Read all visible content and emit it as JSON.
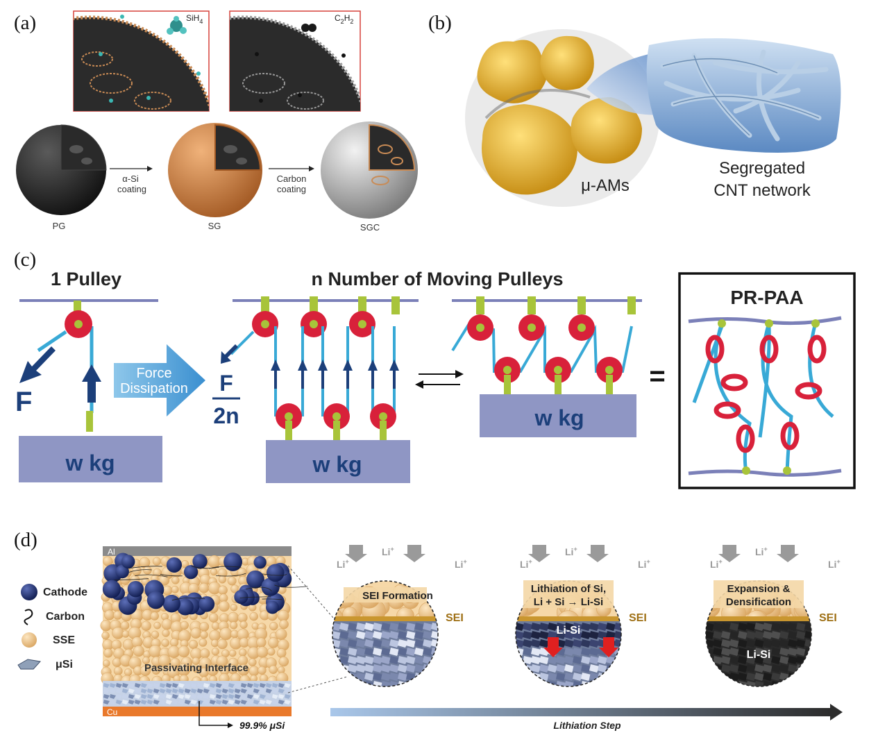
{
  "panel_a": {
    "letter": "(a)",
    "inset_left_gas": "SiH",
    "inset_left_gas_sub": "4",
    "inset_right_gas_c": "C",
    "inset_right_gas_sub1": "2",
    "inset_right_gas_h": "H",
    "inset_right_gas_sub2": "2",
    "step1_line1": "α-Si",
    "step1_line2": "coating",
    "step2_line1": "Carbon",
    "step2_line2": "coating",
    "label_pg": "PG",
    "label_sg": "SG",
    "label_sgc": "SGC"
  },
  "panel_b": {
    "letter": "(b)",
    "label_am": "μ-AMs",
    "label_cnt_line1": "Segregated",
    "label_cnt_line2": "CNT network"
  },
  "panel_c": {
    "letter": "(c)",
    "title_one": "1 Pulley",
    "title_n": "n Number of Moving Pulleys",
    "title_pr": "PR-PAA",
    "force_line1": "Force",
    "force_line2": "Dissipation",
    "force_f": "F",
    "fraction_num": "F",
    "fraction_den": "2n",
    "weight": "w kg",
    "equals": "="
  },
  "panel_d": {
    "letter": "(d)",
    "legend": [
      "Cathode",
      "Carbon",
      "SSE",
      "μSi"
    ],
    "al": "Al",
    "cu": "Cu",
    "passivating": "Passivating Interface",
    "si_content": "99.9% μSi",
    "li": "Li",
    "li_sup": "+",
    "sei": "SEI",
    "step1": "SEI Formation",
    "step2_line1": "Lithiation of Si,",
    "step2_line2": "Li + Si → Li-Si",
    "step3_line1": "Expansion &",
    "step3_line2": "Densification",
    "lisi": "Li-Si",
    "arrow_label": "Lithiation Step"
  },
  "colors": {
    "pulley_red": "#d8213a",
    "rope_blue": "#38a9d6",
    "weight_lavender": "#8f96c4",
    "navy": "#1c3f7a",
    "clamp_green": "#a8c43a",
    "sse_tan": "#f2c98e",
    "sei_gold": "#c9962f",
    "copper": "#e9792b"
  }
}
